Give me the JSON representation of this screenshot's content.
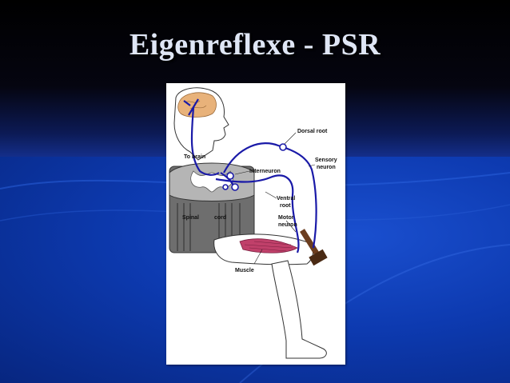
{
  "slide": {
    "title": "Eigenreflexe - PSR"
  },
  "diagram": {
    "labels": {
      "dorsal_root": "Dorsal root",
      "to_brain": "To brain",
      "sensory": "Sensory",
      "neuron_sensory": "neuron",
      "interneuron": "Interneuron",
      "ventral": "Ventral",
      "root": "root",
      "spinal": "Spinal",
      "cord": "cord",
      "motor": "Motor",
      "neuron_motor": "neuron",
      "muscle": "Muscle"
    },
    "colors": {
      "nerve": "#1a1aa8",
      "brain": "#e8b27a",
      "spinal_gray": "#8a8a8a",
      "muscle": "#c0406a",
      "hammer": "#6b3d1f"
    }
  }
}
